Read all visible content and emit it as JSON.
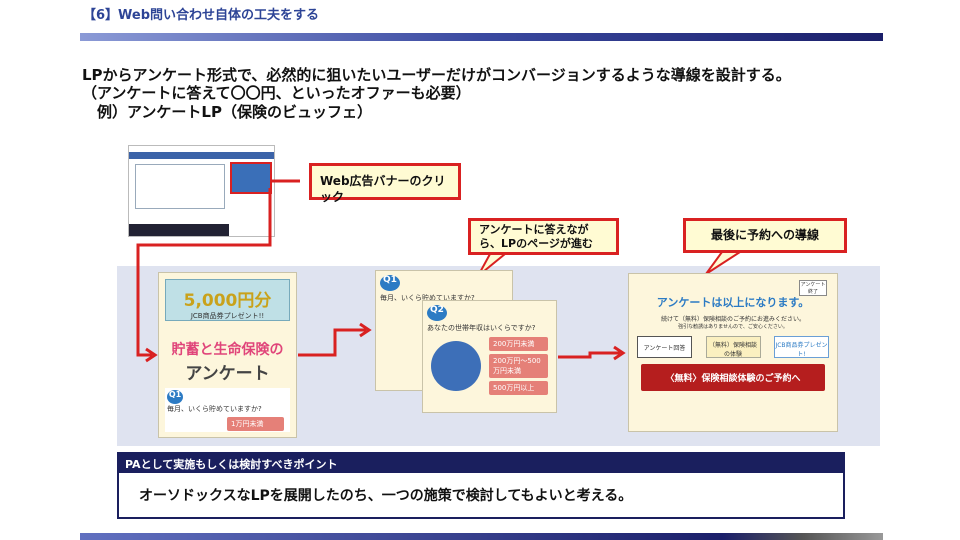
{
  "header": {
    "title": "【6】Web問い合わせ自体の工夫をする"
  },
  "body": {
    "lines": [
      "LPからアンケート形式で、必然的に狙いたいユーザーだけがコンバージョンするような導線を設計する。",
      "（アンケートに答えて〇〇円、といったオファーも必要）",
      "　例）アンケートLP（保険のビュッフェ）"
    ]
  },
  "callouts": [
    "Web広告バナーのクリック",
    "アンケートに答えながら、LPのページが進む",
    "最後に予約への導線"
  ],
  "lp1": {
    "amount": "5,000円分",
    "gift": "JCB商品券プレゼント!!",
    "headline1": "貯蓄と生命保険の",
    "headline2": "アンケート",
    "q": "Q1",
    "question": "毎月、いくら貯めていますか?",
    "answer": "1万円未満"
  },
  "lp2": {
    "q1": "Q1",
    "q1_text": "毎月、いくら貯めていますか?",
    "q2": "Q2",
    "q2_text": "あなたの世帯年収はいくらですか?",
    "answers": [
      "200万円未満",
      "200万円～500万円未満",
      "500万円以上"
    ]
  },
  "lp3": {
    "badge": "アンケート終了",
    "title": "アンケートは以上になります。",
    "sub1": "続けて（無料）保険相談のご予約にお進みください。",
    "sub2": "強引な勧誘はありませんので、ご安心ください。",
    "steps": [
      "アンケート回答",
      "（無料）保険相談の体験",
      "JCB商品券プレゼント!"
    ],
    "cta": "〈無料〉保険相談体験のご予約へ"
  },
  "point_box": {
    "heading": "PAとして実施もしくは検討すべきポイント",
    "text": "オーソドックスなLPを展開したのち、一つの施策で検討してもよいと考える。"
  },
  "colors": {
    "accent_red": "#d92121",
    "navy": "#1a1f5e",
    "title_blue": "#2d4496"
  }
}
